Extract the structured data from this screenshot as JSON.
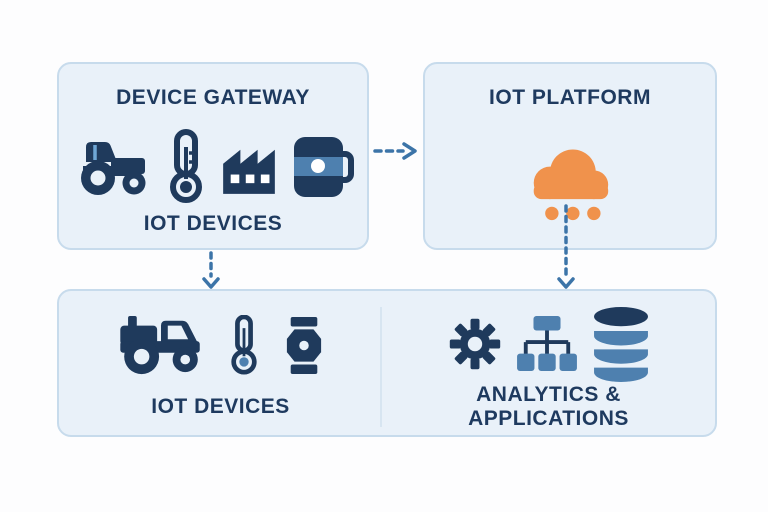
{
  "colors": {
    "page_bg": "#fdfdfe",
    "box_bg": "#e9f1f9",
    "box_border": "#c7dbec",
    "navy": "#1f3a5c",
    "medium_blue": "#4e80af",
    "light_blue": "#6fa7d6",
    "orange": "#f0924c",
    "arrow": "#3c74a8",
    "divider": "#d7e5f1",
    "title_text": "#1e3a5f"
  },
  "diagram": {
    "device_gateway": {
      "title": "DEVICE GATEWAY",
      "label": "IOT DEVICES",
      "icons": [
        "tractor-icon",
        "thermometer-icon",
        "factory-icon",
        "camera-device-icon"
      ]
    },
    "iot_platform": {
      "title": "IOT PLATFORM",
      "icons": [
        "cloud-icon"
      ]
    },
    "iot_devices_bottom": {
      "label": "IOT DEVICES",
      "icons": [
        "tractor-icon",
        "thermometer-icon",
        "smartwatch-icon"
      ]
    },
    "analytics_applications": {
      "label_line1": "ANALYTICS &",
      "label_line2": "APPLICATIONS",
      "icons": [
        "gear-icon",
        "sitemap-icon",
        "database-icon"
      ]
    },
    "connections": [
      {
        "from": "device_gateway",
        "to": "iot_platform",
        "style": "dashed-arrow-right"
      },
      {
        "from": "device_gateway",
        "to": "iot_devices_bottom",
        "style": "dashed-arrow-down"
      },
      {
        "from": "iot_platform",
        "to": "analytics_applications",
        "style": "dashed-arrow-down"
      }
    ]
  }
}
